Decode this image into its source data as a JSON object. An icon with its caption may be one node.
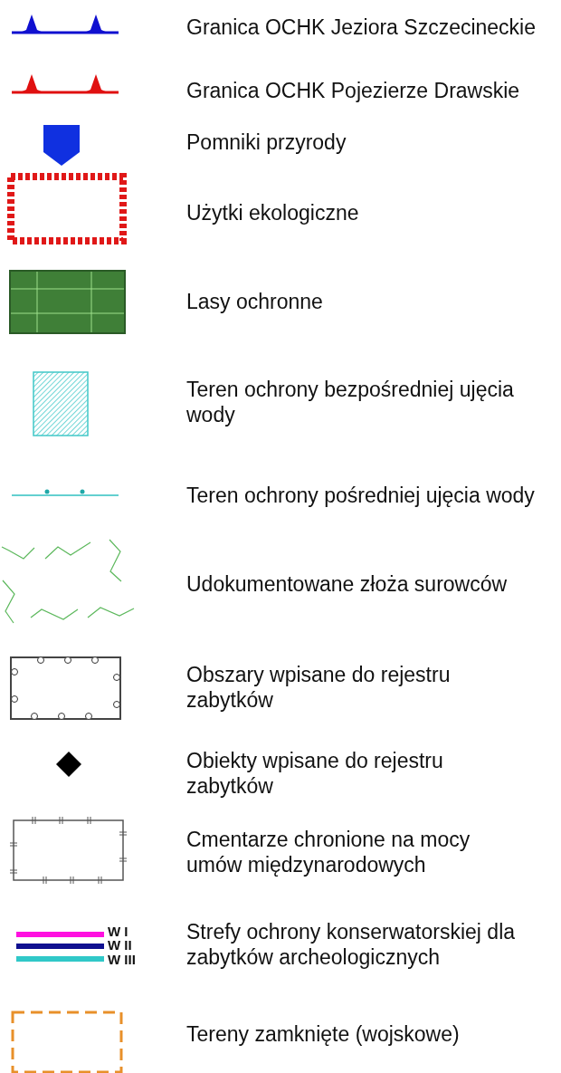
{
  "diagram": {
    "labels": [
      "W I",
      "W II",
      "W III"
    ],
    "legend": [
      {
        "text": "Granica OCHK Jeziora Szczecineckie"
      },
      {
        "text": "Granica OCHK Pojezierze Drawskie"
      },
      {
        "text": "Pomniki przyrody"
      },
      {
        "text": "Użytki ekologiczne"
      },
      {
        "text": "Lasy ochronne"
      },
      {
        "text": "Teren ochrony bezpośredniej ujęcia wody"
      },
      {
        "text": "Teren ochrony pośredniej ujęcia wody"
      },
      {
        "text": "Udokumentowane złoża surowców"
      },
      {
        "text": "Obszary wpisane do rejestru zabytków"
      },
      {
        "text": "Obiekty wpisane do rejestru zabytków"
      },
      {
        "text": "Cmentarze chronione na mocy umów międzynarodowych"
      },
      {
        "text": "Strefy ochrony konserwatorskiej dla zabytków archeologicznych"
      },
      {
        "text": "Tereny zamknięte (wojskowe)"
      }
    ]
  }
}
